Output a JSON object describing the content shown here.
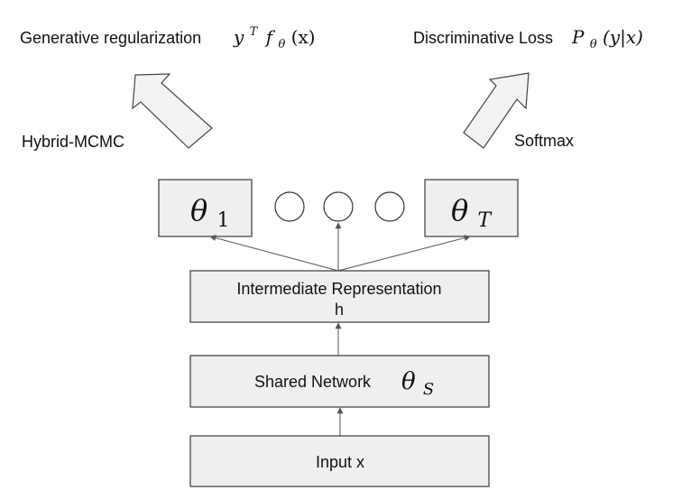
{
  "top_left": {
    "text": "Generative regularization",
    "formula": {
      "base": "y",
      "sup": "T",
      "f": "f",
      "sub": "θ",
      "arg": "(x)"
    }
  },
  "top_right": {
    "text": "Discriminative Loss",
    "formula": {
      "base": "P",
      "sub": "θ",
      "arg": "(y|x)"
    }
  },
  "arrow_left_label": "Hybrid-MCMC",
  "arrow_right_label": "Softmax",
  "theta_left": {
    "symbol": "θ",
    "sub": "1"
  },
  "theta_right": {
    "symbol": "θ",
    "sub": "T"
  },
  "intermediate": {
    "line1": "Intermediate Representation",
    "line2": "h"
  },
  "shared": {
    "text": "Shared Network",
    "symbol": "θ",
    "sub": "S"
  },
  "input": {
    "text": "Input x"
  }
}
